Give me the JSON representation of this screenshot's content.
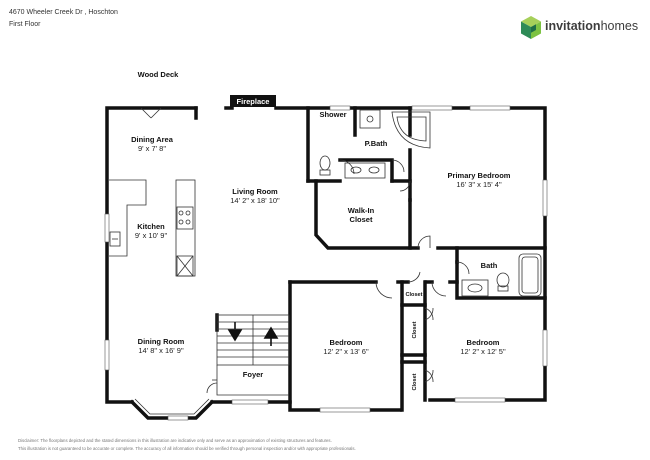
{
  "header": {
    "address": "4670 Wheeler Creek Dr , Hoschton",
    "floor": "First Floor"
  },
  "brand": {
    "name_bold": "invitation",
    "name_light": "homes",
    "colors": [
      "#7cc242",
      "#2e8b57",
      "#a6d05a",
      "#1f6e46"
    ],
    "icon": "cube-logo-icon"
  },
  "exterior": {
    "wood_deck": "Wood Deck"
  },
  "rooms": {
    "fireplace": "Fireplace",
    "dining_area": {
      "name": "Dining Area",
      "dim": "9' x 7' 8\""
    },
    "living_room": {
      "name": "Living Room",
      "dim": "14' 2\" x 18' 10\""
    },
    "kitchen": {
      "name": "Kitchen",
      "dim": "9' x 10' 9\""
    },
    "dining_room": {
      "name": "Dining Room",
      "dim": "14' 8\" x 16' 9\""
    },
    "shower": "Shower",
    "p_bath": "P.Bath",
    "primary_bedroom": {
      "name": "Primary Bedroom",
      "dim": "16' 3\" x 15' 4\""
    },
    "walk_in_closet": {
      "line1": "Walk-In",
      "line2": "Closet"
    },
    "bath": "Bath",
    "bedroom_1": {
      "name": "Bedroom",
      "dim": "12' 2\" x 13' 6\""
    },
    "bedroom_2": {
      "name": "Bedroom",
      "dim": "12' 2\" x 12' 5\""
    },
    "closet_top": "Closet",
    "closet_mid": "Closet",
    "closet_low": "Closet",
    "foyer": "Foyer"
  },
  "disclaimer": {
    "line1": "Disclaimer: The floorplans depicted and the stated dimensions in this illustration are indicative only and serve as an approximation of existing structures and features.",
    "line2": "This illustration is not guaranteed to be accurate or complete. The accuracy of all information should be verified through personal inspection and/or with appropriate professionals."
  }
}
